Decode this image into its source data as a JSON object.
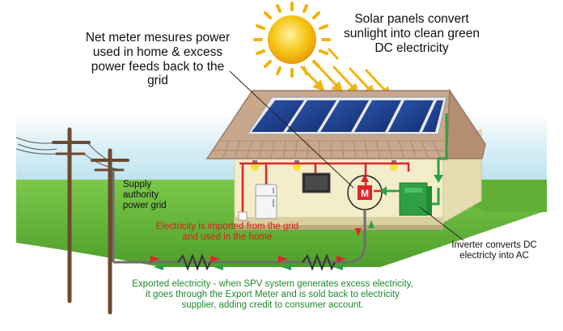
{
  "labels": {
    "solar_panels": "Solar panels convert sunlight into clean green DC electricity",
    "net_meter": "Net meter mesures power used in home & excess power feeds back to the grid",
    "supply_grid": "Supply authority power grid",
    "imported": "Electricity is imported from the grid and used in the home",
    "inverter": "Inverter converts DC electricty into AC",
    "exported": "Exported electricity - when SPV system generates excess electricity, it goes through the Export Meter and is sold back to electricity supplier, adding credit to consumer account."
  },
  "meter_symbol": "M",
  "colors": {
    "sky_top": "#ffffff",
    "sky_band": "#bfe3ef",
    "grass": "#6dbf3a",
    "house_wall": "#f3edc9",
    "roof": "#c9a78d",
    "panel": "#1d3f8f",
    "red_wire": "#e0242a",
    "green_wire": "#2ea043",
    "sun": "#f6c514",
    "pole": "#6b4a2e"
  },
  "icons": [
    "sun-icon",
    "solar-panel-icon",
    "meter-icon",
    "inverter-icon",
    "fridge-icon",
    "tv-icon",
    "lamp-icon",
    "utility-pole-icon",
    "resistor-icon",
    "arrow-icon"
  ]
}
